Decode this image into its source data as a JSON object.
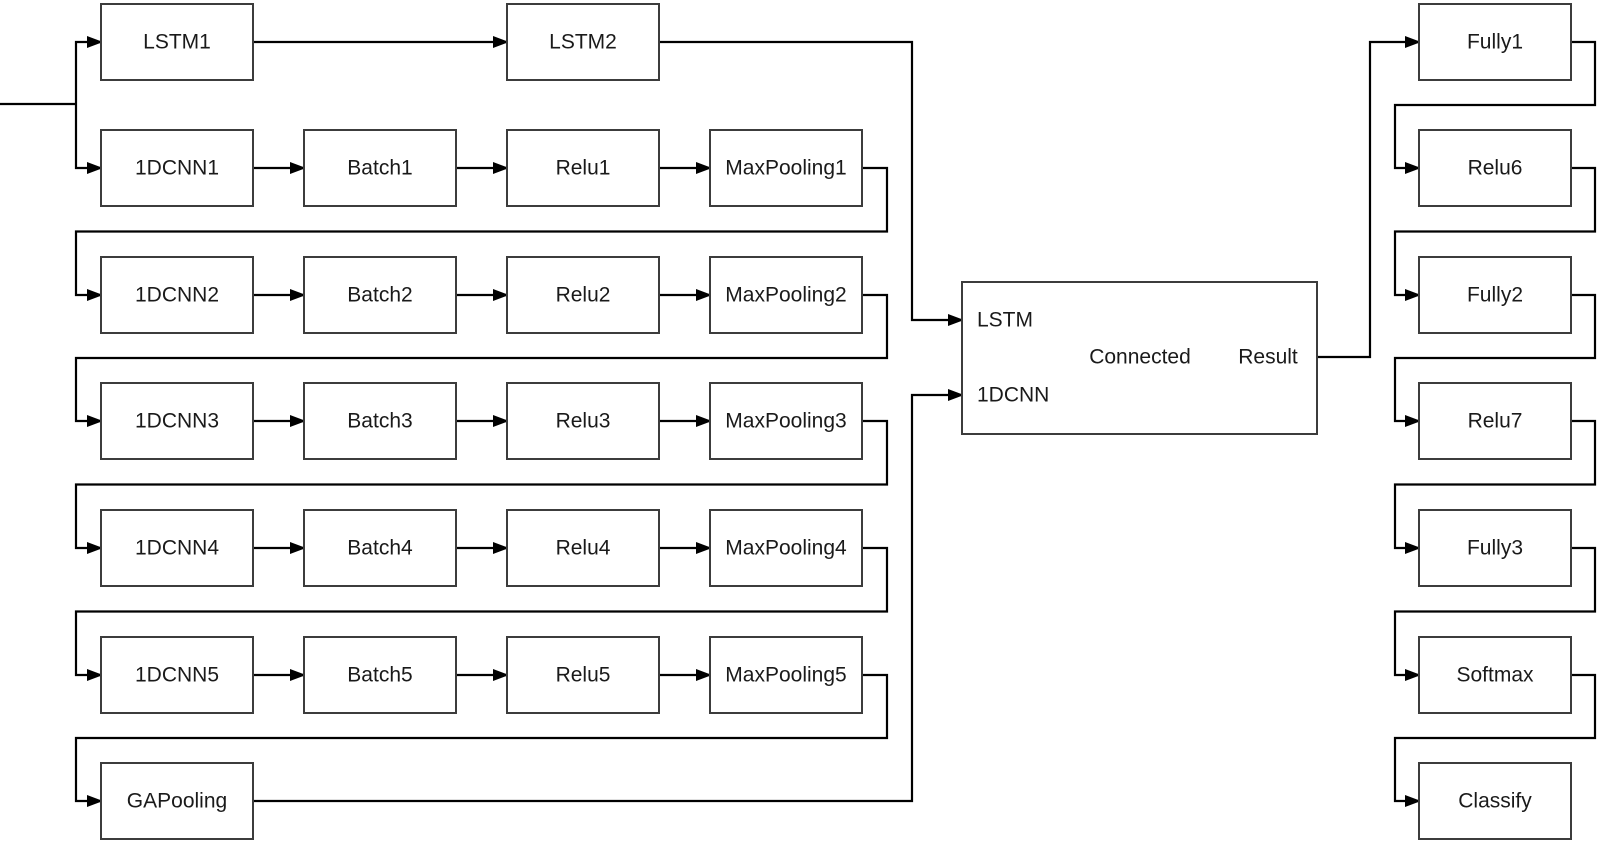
{
  "diagram": {
    "row_lstm": [
      "LSTM1",
      "LSTM2"
    ],
    "cnn_rows": [
      [
        "1DCNN1",
        "Batch1",
        "Relu1",
        "MaxPooling1"
      ],
      [
        "1DCNN2",
        "Batch2",
        "Relu2",
        "MaxPooling2"
      ],
      [
        "1DCNN3",
        "Batch3",
        "Relu3",
        "MaxPooling3"
      ],
      [
        "1DCNN4",
        "Batch4",
        "Relu4",
        "MaxPooling4"
      ],
      [
        "1DCNN5",
        "Batch5",
        "Relu5",
        "MaxPooling5"
      ]
    ],
    "gap_pooling": "GAPooling",
    "merge": {
      "lstm_input": "LSTM",
      "cnn_input": "1DCNN",
      "center": "Connected",
      "output": "Result"
    },
    "output_chain": [
      "Fully1",
      "Relu6",
      "Fully2",
      "Relu7",
      "Fully3",
      "Softmax",
      "Classify"
    ]
  }
}
